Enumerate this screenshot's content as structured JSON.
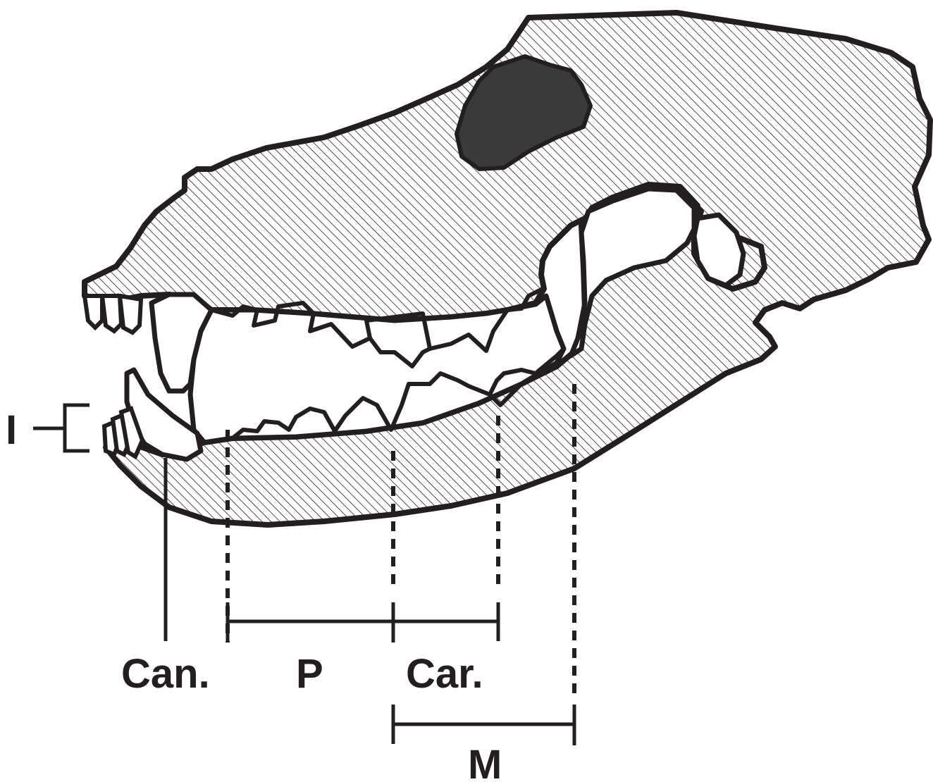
{
  "diagram": {
    "labels": {
      "incisors": "I",
      "canine": "Can.",
      "premolars": "P",
      "carnassial": "Car.",
      "molars": "M"
    },
    "colors": {
      "outline": "#231f20",
      "hatch": "#231f20",
      "orbit_fill": "#3a3a3a",
      "background": "#ffffff",
      "tooth_fill": "#ffffff"
    }
  }
}
